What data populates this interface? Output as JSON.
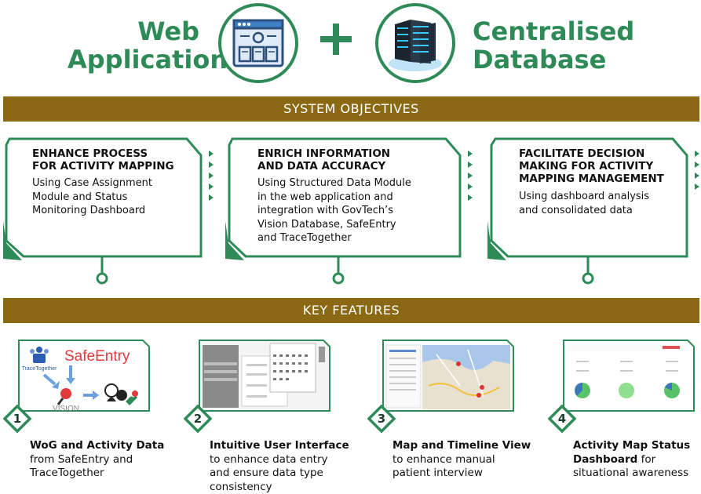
{
  "header": {
    "left_line1": "Web",
    "left_line2": "Application",
    "right_line1": "Centralised",
    "right_line2": "Database"
  },
  "banners": {
    "objectives": "SYSTEM OBJECTIVES",
    "features": "KEY FEATURES"
  },
  "objectives": [
    {
      "title_line1": "ENHANCE PROCESS",
      "title_line2": "FOR ACTIVITY MAPPING",
      "title_line3": "",
      "body": [
        "Using Case Assignment",
        "Module and Status",
        "Monitoring Dashboard"
      ]
    },
    {
      "title_line1": "ENRICH INFORMATION",
      "title_line2": "AND DATA ACCURACY",
      "title_line3": "",
      "body": [
        "Using Structured Data Module",
        "in the web application and",
        "integration with GovTech’s",
        "Vision Database, SafeEntry",
        "and TraceTogether"
      ]
    },
    {
      "title_line1": "FACILITATE DECISION",
      "title_line2": "MAKING FOR ACTIVITY",
      "title_line3": "MAPPING MANAGEMENT",
      "body": [
        "Using dashboard analysis",
        "and consolidated data"
      ]
    }
  ],
  "features": [
    {
      "number": "1",
      "bold_lines": [
        "WoG and Activity Data"
      ],
      "normal_lines": [
        "from SafeEntry and",
        "TraceTogether"
      ],
      "image_labels": {
        "tracetogether": "TraceTogether",
        "safeentry": "SafeEntry",
        "vision": "VISION"
      }
    },
    {
      "number": "2",
      "bold_lines": [
        "Intuitive User Interface"
      ],
      "normal_lines": [
        "to enhance data entry",
        "and ensure data type",
        "consistency"
      ]
    },
    {
      "number": "3",
      "bold_lines": [
        "Map and Timeline View"
      ],
      "normal_lines": [
        "to enhance manual",
        "patient interview"
      ]
    },
    {
      "number": "4",
      "bold_lines": [
        "Activity Map Status",
        "Dashboard"
      ],
      "bold_suffix": " for",
      "normal_lines": [
        "situational awareness"
      ]
    }
  ],
  "colors": {
    "accent_green": "#2e8b57",
    "banner_brown": "#8b6914",
    "safeentry_red": "#e03a3a"
  },
  "icons": {
    "web_app": "browser-window-icon",
    "database": "server-rack-icon",
    "plus": "plus-icon"
  }
}
